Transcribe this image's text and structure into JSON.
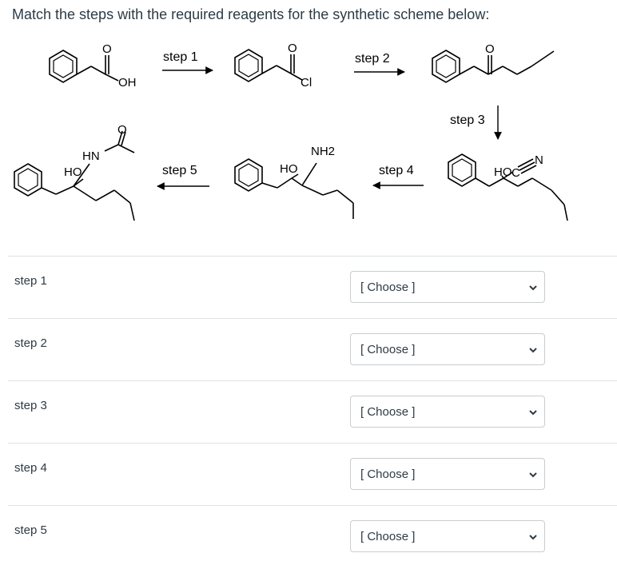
{
  "question": {
    "prompt": "Match the steps with the required reagents for the synthetic scheme below:"
  },
  "scheme": {
    "step_labels": [
      "step 1",
      "step 2",
      "step 3",
      "step 4",
      "step 5"
    ],
    "atoms": {
      "o1": "O",
      "oh1": "OH",
      "o2": "O",
      "cl2": "Cl",
      "o3": "O",
      "ho4": "HO",
      "c4": "C",
      "n4": "N",
      "ho5": "HO",
      "nh2": "NH2",
      "ho6": "HO",
      "hn6": "HN",
      "o6": "O"
    }
  },
  "rows": [
    {
      "label": "step 1",
      "value": "[ Choose ]"
    },
    {
      "label": "step 2",
      "value": "[ Choose ]"
    },
    {
      "label": "step 3",
      "value": "[ Choose ]"
    },
    {
      "label": "step 4",
      "value": "[ Choose ]"
    },
    {
      "label": "step 5",
      "value": "[ Choose ]"
    }
  ]
}
